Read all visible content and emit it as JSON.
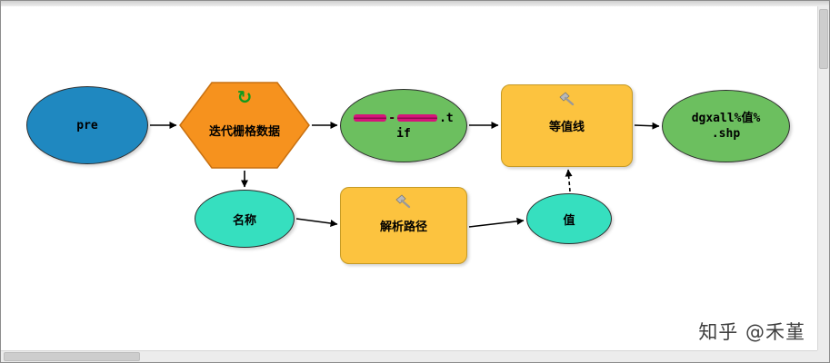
{
  "nodes": {
    "pre": {
      "label": "pre"
    },
    "iterator": {
      "label": "迭代栅格数据",
      "icon_glyph": "↻"
    },
    "raster_tif": {
      "redacted": true,
      "separator": "-",
      "suffix": ".t",
      "line2": "if"
    },
    "contour_tool": {
      "label": "等值线"
    },
    "output_shp": {
      "line1": "dgxall%值%",
      "line2": ".shp"
    },
    "name_value": {
      "label": "名称"
    },
    "parse_path_tool": {
      "label": "解析路径"
    },
    "value_node": {
      "label": "值"
    }
  },
  "colors": {
    "input_variable_blue": "#1f88c0",
    "iterator_orange": "#f6921e",
    "data_green": "#6cbf5f",
    "tool_yellow": "#fcc33f",
    "derived_value_cyan": "#36dfbf",
    "redaction_magenta": "#d6147a",
    "connector_black": "#000000"
  },
  "watermark": {
    "text": "知乎 @禾堇"
  }
}
